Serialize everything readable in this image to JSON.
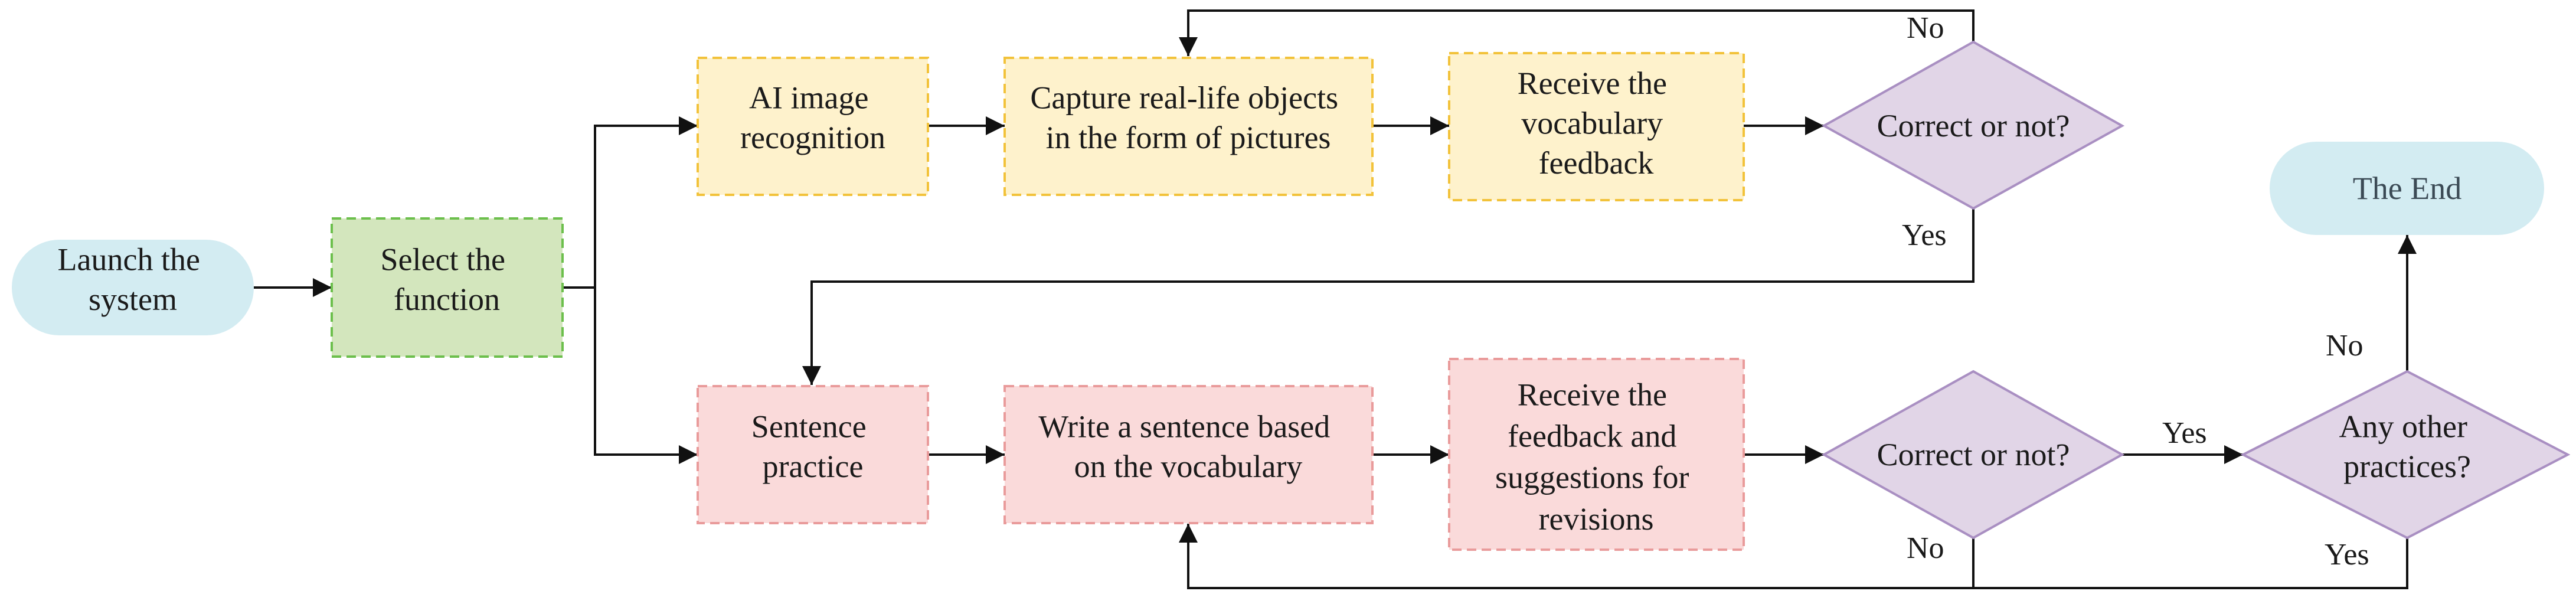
{
  "nodes": {
    "launch": {
      "lines": [
        "Launch the",
        "system"
      ]
    },
    "select": {
      "lines": [
        "Select the",
        "function"
      ]
    },
    "ai_image": {
      "lines": [
        "AI image",
        "recognition"
      ]
    },
    "capture": {
      "lines": [
        "Capture real-life objects",
        "in the form of pictures"
      ]
    },
    "receive_vocab": {
      "lines": [
        "Receive the",
        "vocabulary",
        "feedback"
      ]
    },
    "correct_top": {
      "lines": [
        "Correct or not?"
      ]
    },
    "sentence": {
      "lines": [
        "Sentence",
        "practice"
      ]
    },
    "write": {
      "lines": [
        "Write a sentence based",
        "on the vocabulary"
      ]
    },
    "receive_feedback": {
      "lines": [
        "Receive the",
        "feedback and",
        "suggestions for",
        "revisions"
      ]
    },
    "correct_bottom": {
      "lines": [
        "Correct or not?"
      ]
    },
    "any_other": {
      "lines": [
        "Any other",
        "practices?"
      ]
    },
    "end": {
      "lines": [
        "The End"
      ]
    }
  },
  "edge_labels": {
    "top_no": "No",
    "top_yes": "Yes",
    "bottom_yes": "Yes",
    "bottom_no": "No",
    "other_no": "No",
    "other_yes": "Yes"
  },
  "colors": {
    "terminal_fill": "#d3ecf2",
    "select_fill": "#d3e6bd",
    "select_stroke": "#6cbf4c",
    "yellow_fill": "#fef2cc",
    "yellow_stroke": "#f2c23a",
    "pink_fill": "#fadada",
    "pink_stroke": "#e99b9b",
    "diamond_fill": "#e1d5e7",
    "diamond_stroke": "#a98fc2"
  }
}
